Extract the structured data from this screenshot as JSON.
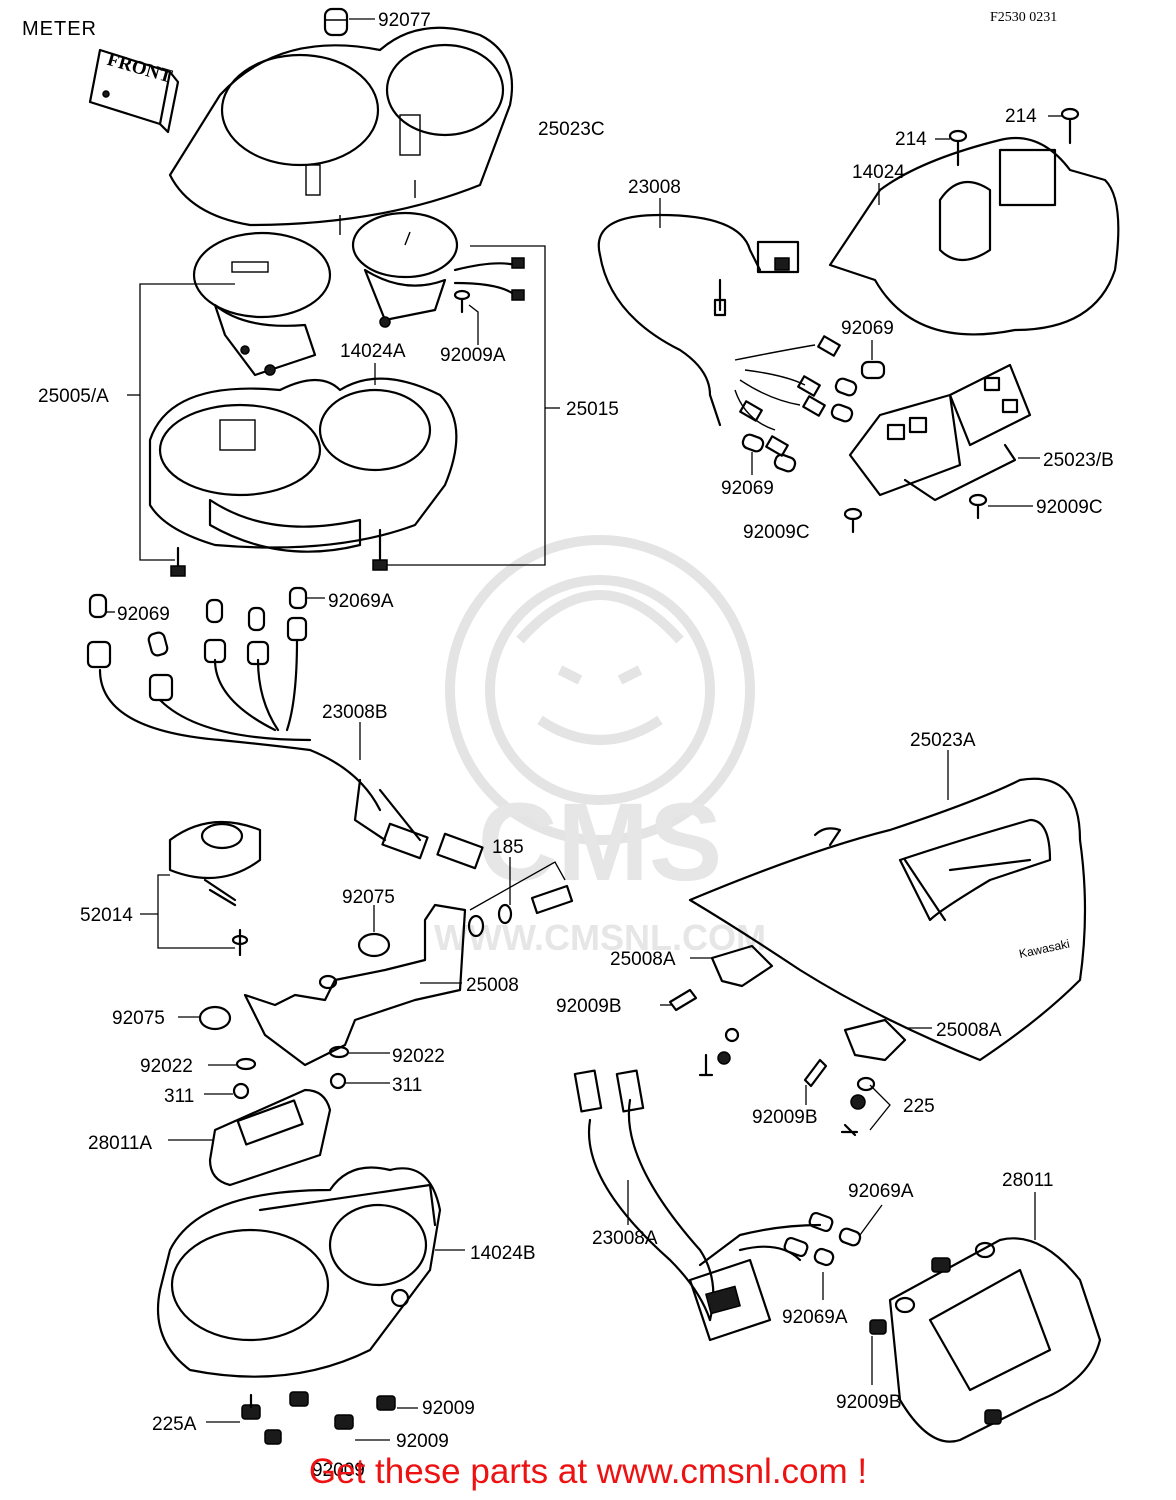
{
  "page": {
    "title": "METER",
    "code": "F2530 0231",
    "front_tag": "FRONT",
    "banner": "Get these parts at www.cmsnl.com !",
    "watermark_main": "CMS",
    "watermark_url": "WWW.CMSNL.COM",
    "emblem": "Kawasaki"
  },
  "parts": [
    {
      "number": "92077"
    },
    {
      "number": "25023C"
    },
    {
      "number": "214"
    },
    {
      "number": "214"
    },
    {
      "number": "23008"
    },
    {
      "number": "14024"
    },
    {
      "number": "14024A"
    },
    {
      "number": "92009A"
    },
    {
      "number": "92069"
    },
    {
      "number": "25005/A"
    },
    {
      "number": "25015"
    },
    {
      "number": "25023/B"
    },
    {
      "number": "92069"
    },
    {
      "number": "92009C"
    },
    {
      "number": "92009C"
    },
    {
      "number": "92069"
    },
    {
      "number": "92069A"
    },
    {
      "number": "23008B"
    },
    {
      "number": "25023A"
    },
    {
      "number": "185"
    },
    {
      "number": "92075"
    },
    {
      "number": "52014"
    },
    {
      "number": "25008A"
    },
    {
      "number": "25008"
    },
    {
      "number": "92009B"
    },
    {
      "number": "92075"
    },
    {
      "number": "25008A"
    },
    {
      "number": "92022"
    },
    {
      "number": "92022"
    },
    {
      "number": "311"
    },
    {
      "number": "311"
    },
    {
      "number": "225"
    },
    {
      "number": "92009B"
    },
    {
      "number": "28011A"
    },
    {
      "number": "92069A"
    },
    {
      "number": "28011"
    },
    {
      "number": "14024B"
    },
    {
      "number": "23008A"
    },
    {
      "number": "92069A"
    },
    {
      "number": "92009B"
    },
    {
      "number": "92009"
    },
    {
      "number": "225A"
    },
    {
      "number": "92009"
    },
    {
      "number": "92009"
    }
  ]
}
